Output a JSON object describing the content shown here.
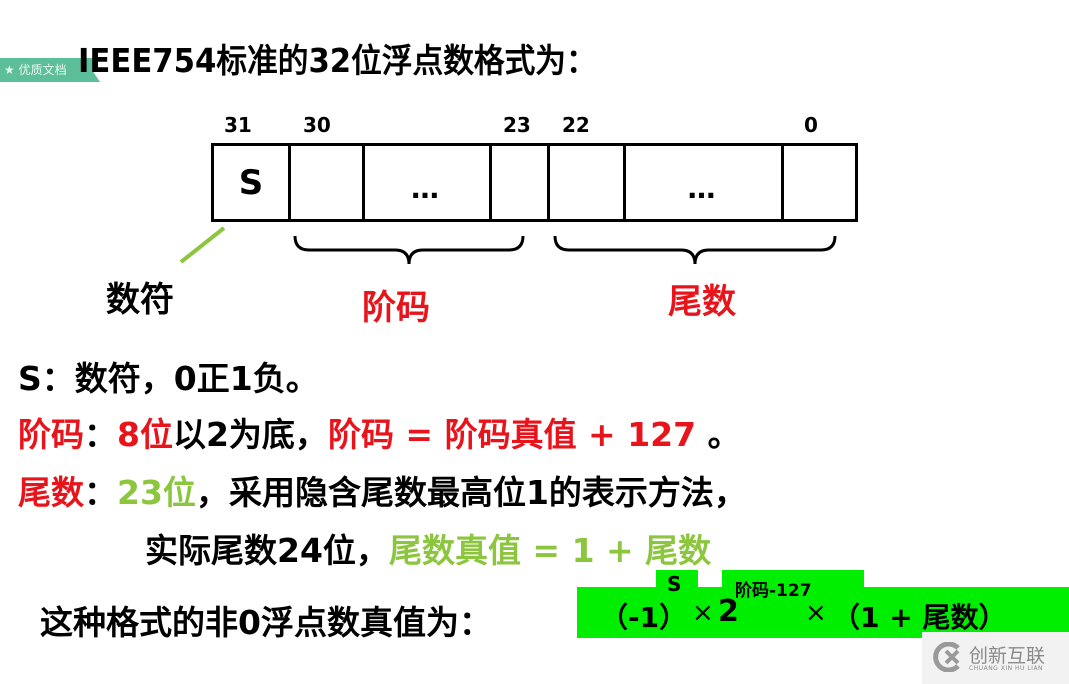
{
  "badge": {
    "icon": "star-icon",
    "star_glyph": "★",
    "label": "优质文档"
  },
  "title": "IEEE754标准的32位浮点数格式为：",
  "diagram": {
    "bit_labels": [
      "31",
      "30",
      "23",
      "22",
      "0"
    ],
    "cells": [
      "S",
      "",
      "…",
      "",
      "",
      "…",
      ""
    ],
    "sign_label": "数符",
    "exponent_label": "阶码",
    "mantissa_label": "尾数"
  },
  "lines": {
    "sign": {
      "text": "S：数符，0正1负。"
    },
    "exponent": {
      "label": "阶码",
      "colon": "：",
      "bits": "8位",
      "desc": "以2为底，",
      "formula": "阶码 = 阶码真值 + 127",
      "end": " 。"
    },
    "mantissa": {
      "label": "尾数",
      "colon": "：",
      "bits": "23位",
      "desc": "，采用隐含尾数最高位1的表示方法，",
      "line2_prefix": "实际尾数24位，",
      "line2_formula": "尾数真值 = 1 + 尾数"
    },
    "value": {
      "prefix": "这种格式的非0浮点数真值为：",
      "formula_base1": "（-1）",
      "sup1": "S",
      "times1": "×",
      "base2": "2",
      "sup2": "阶码-127",
      "times2": "×",
      "tail": "（1 + 尾数）"
    }
  },
  "watermark": {
    "icon": "chuangxin-logo-icon",
    "name": "创新互联",
    "pinyin": "CHUANG XIN HU LIAN"
  },
  "colors": {
    "red": "#e8141c",
    "green_text": "#8cc63f",
    "formula_bg": "#00ee00",
    "badge": "#5cbf9a"
  }
}
